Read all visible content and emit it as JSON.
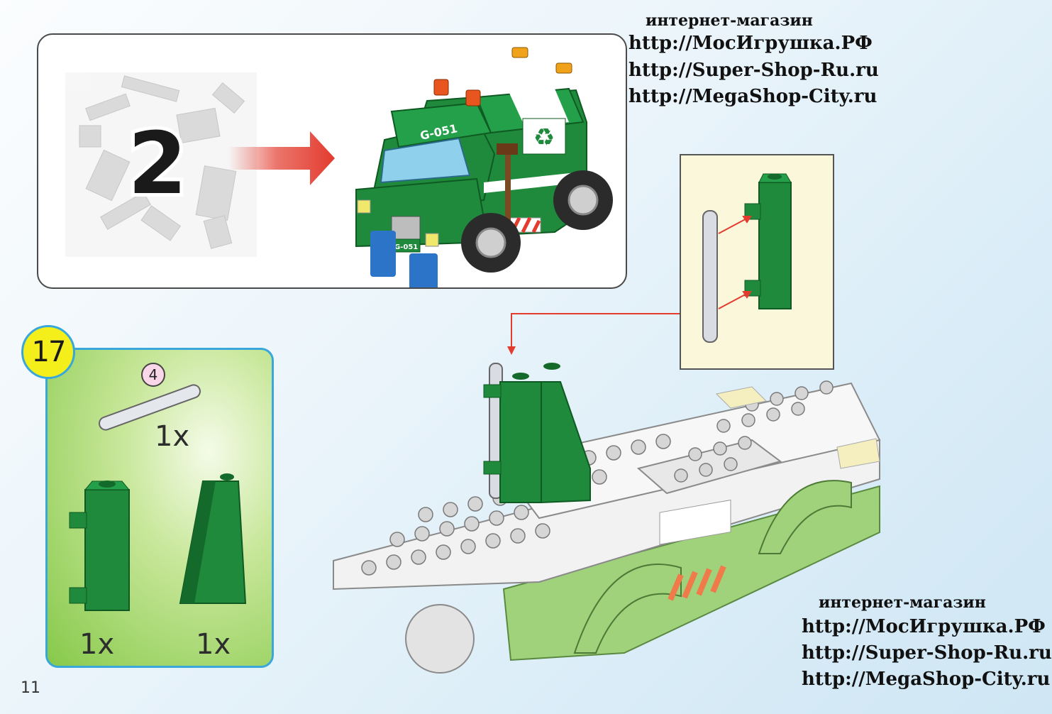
{
  "page_number": "11",
  "step": {
    "number": "17",
    "parts": [
      {
        "name": "bar",
        "ref": "4",
        "qty": "1x"
      },
      {
        "name": "brick-1x1x3-clips",
        "qty": "1x"
      },
      {
        "name": "slope-brick",
        "qty": "1x"
      }
    ]
  },
  "subassembly": {
    "number": "2",
    "truck_plate": "G-051"
  },
  "watermark_top": {
    "title": "интернет-магазин",
    "urls": [
      "http://МосИгрушка.РФ",
      "http://Super-Shop-Ru.ru",
      "http://MegaShop-City.ru"
    ]
  },
  "watermark_bottom": {
    "title": "интернет-магазин",
    "urls": [
      "http://МосИгрушка.РФ",
      "http://Super-Shop-Ru.ru",
      "http://MegaShop-City.ru"
    ]
  },
  "colors": {
    "brick_green": "#1f8a3c",
    "brick_green_dark": "#146a2b",
    "panel_border": "#39a7d9",
    "badge_yellow": "#f4ef1a",
    "arrow_red": "#e33b2e"
  }
}
